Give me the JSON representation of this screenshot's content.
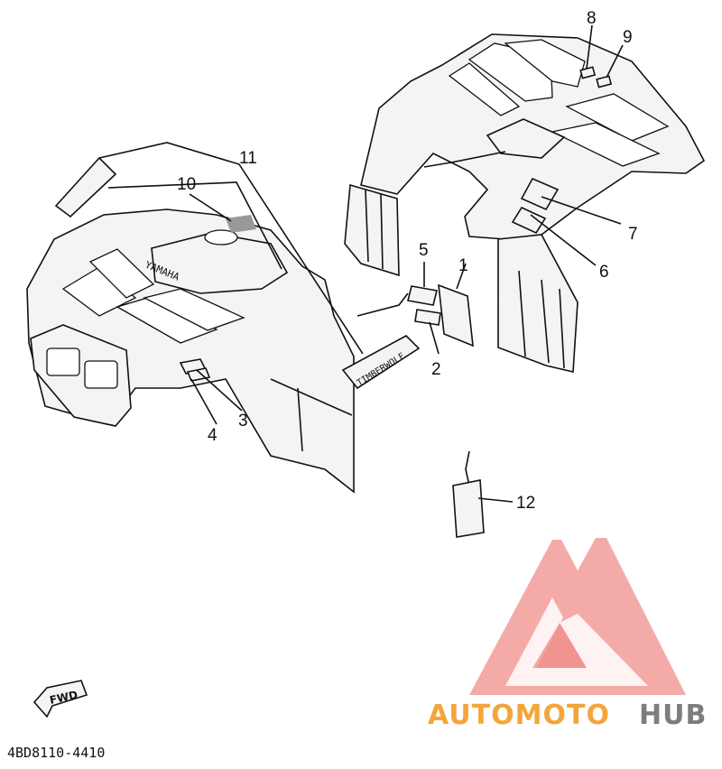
{
  "diagram": {
    "callouts": [
      "1",
      "2",
      "3",
      "4",
      "5",
      "6",
      "7",
      "8",
      "9",
      "10",
      "11",
      "12"
    ],
    "decal_text_timberwolf": "TIMBERWOLF",
    "fender_text_yamaha": "YAMAHA",
    "fwd_label": "FWD",
    "part_number": "4BD8110-4410"
  },
  "watermark": {
    "brand_left": "AUTOMOTO",
    "brand_right": "HUB",
    "colors": {
      "orange": "#f4a53a",
      "salmon": "#f08a86",
      "gray": "#7d7d7d"
    }
  }
}
